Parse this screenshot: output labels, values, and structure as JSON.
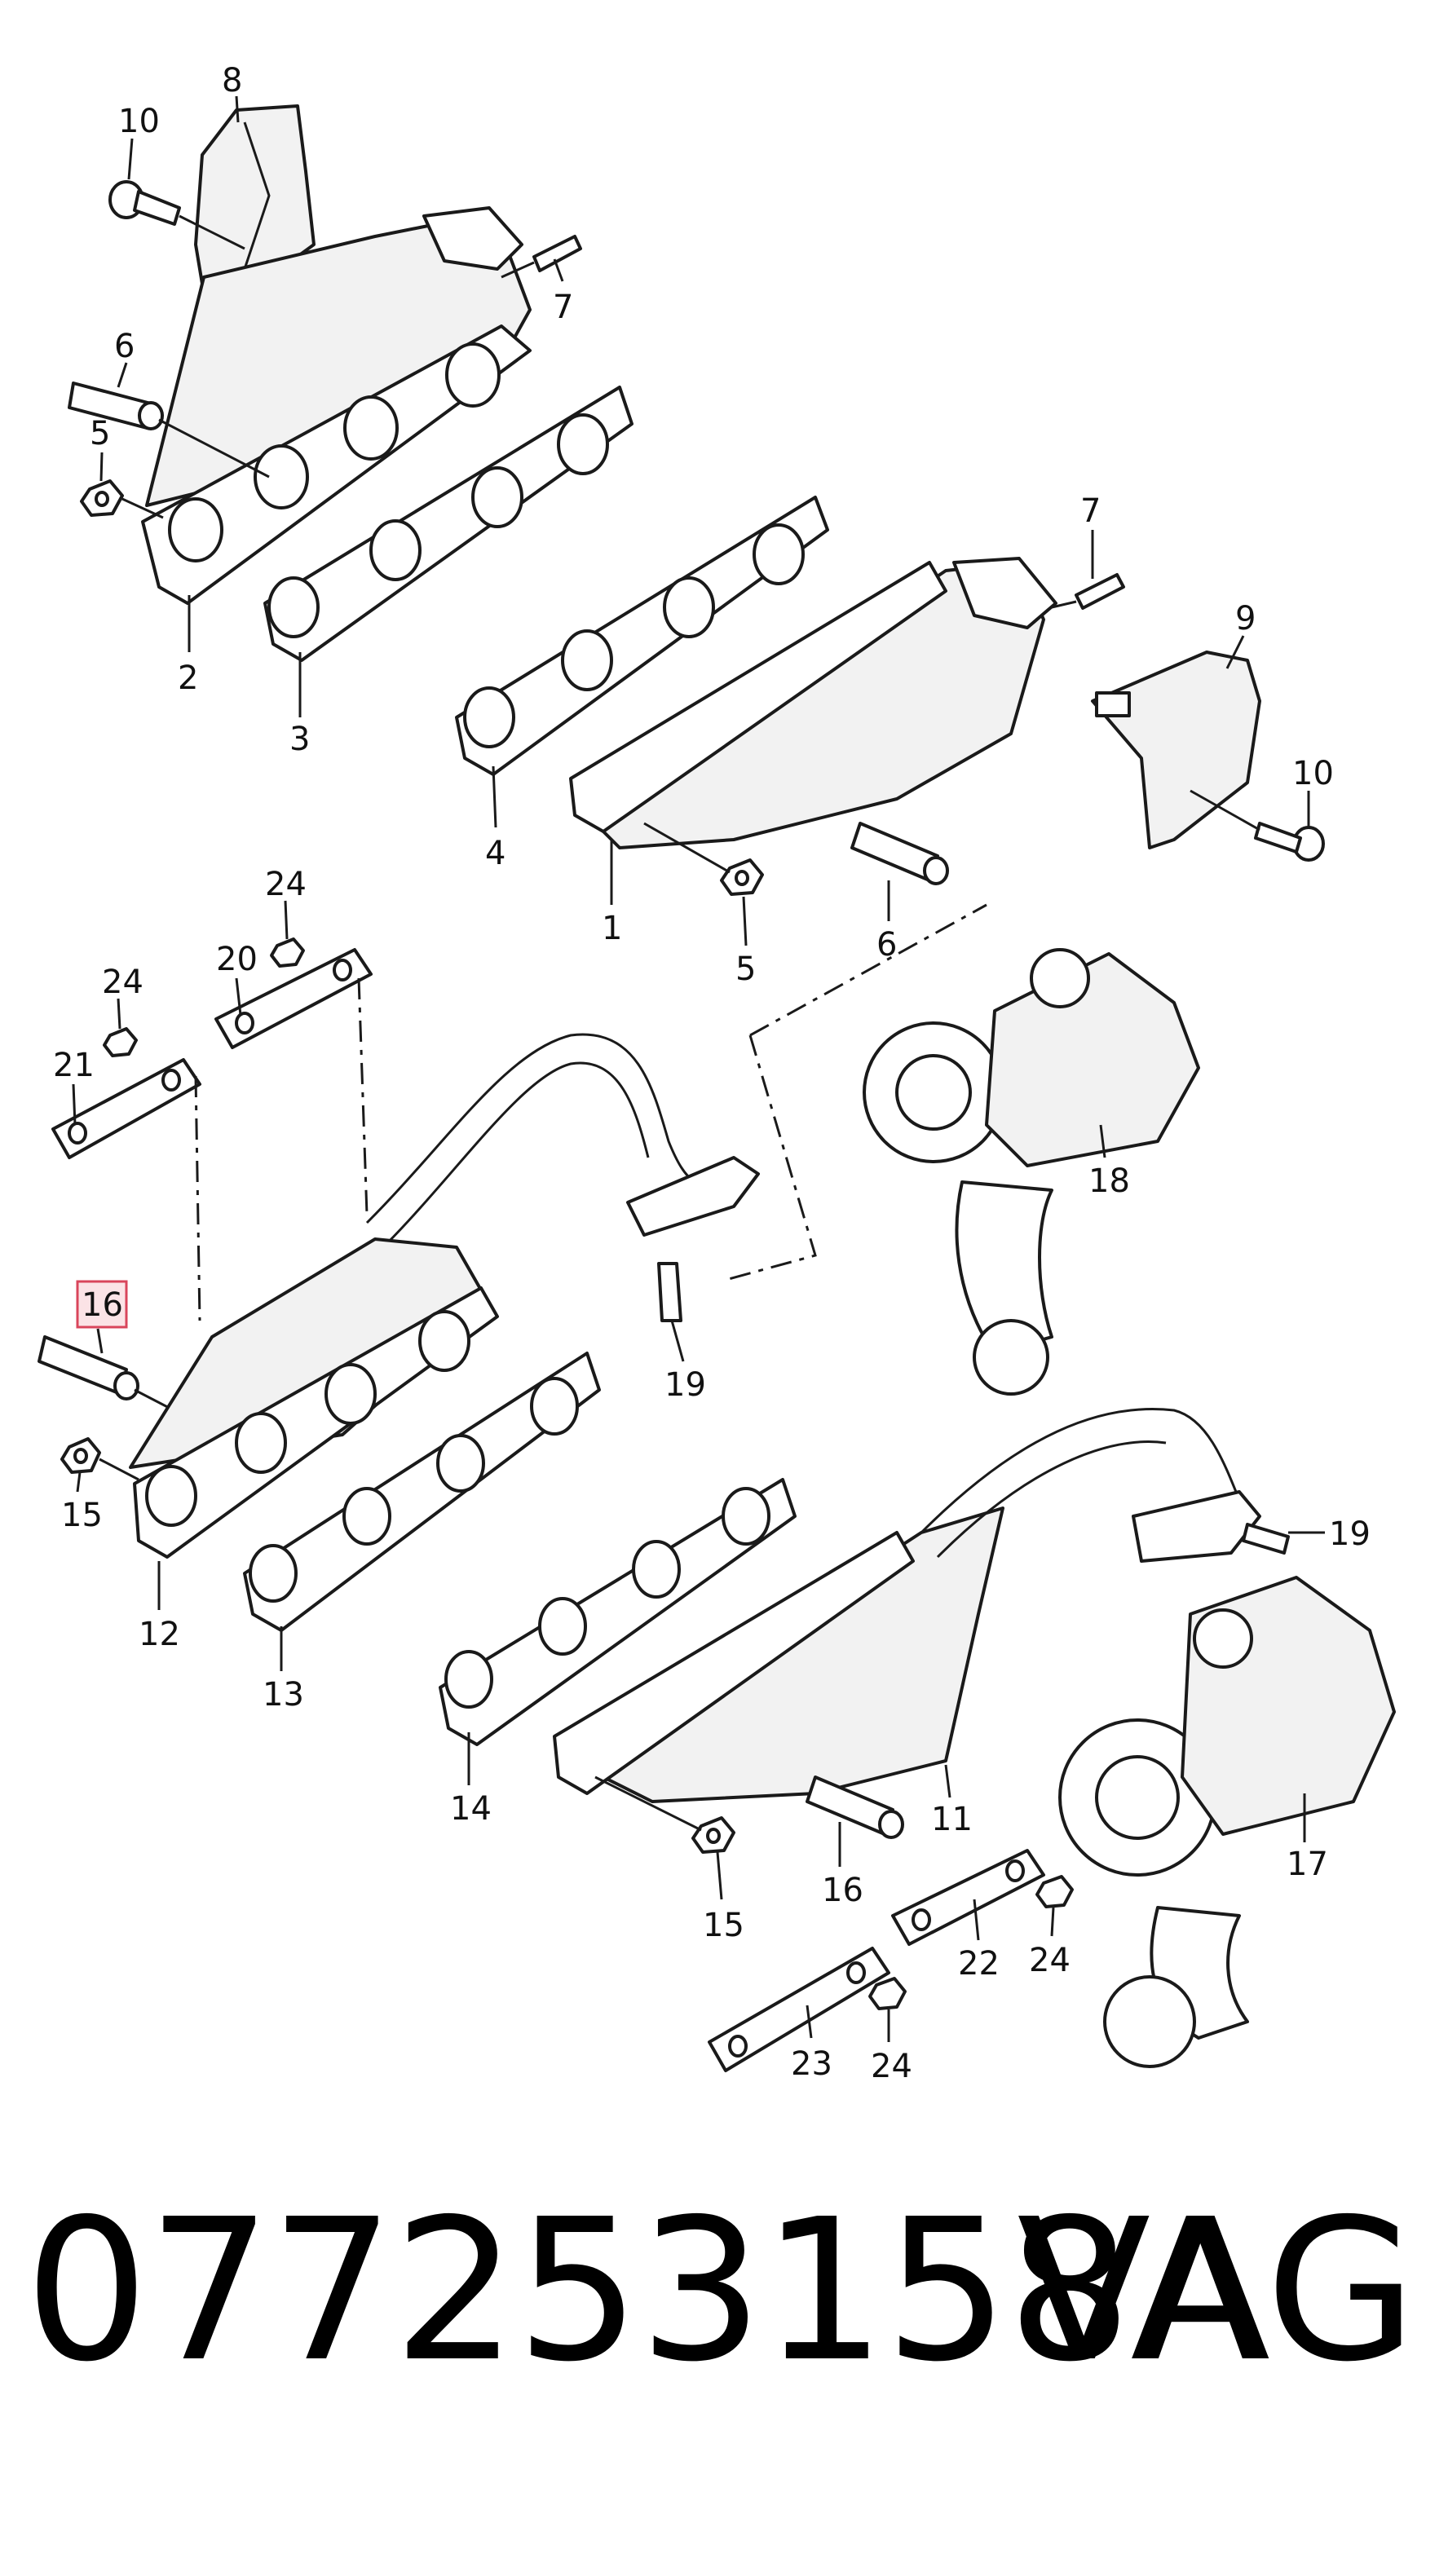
{
  "callouts": {
    "c8": "8",
    "c10a": "10",
    "c7a": "7",
    "c6a": "6",
    "c5a": "5",
    "c2": "2",
    "c3": "3",
    "c7b": "7",
    "c9": "9",
    "c10b": "10",
    "c4": "4",
    "c1": "1",
    "c5b": "5",
    "c6b": "6",
    "c24a": "24",
    "c20": "20",
    "c24b": "24",
    "c21": "21",
    "c18": "18",
    "c16a": "16",
    "c19a": "19",
    "c15a": "15",
    "c12": "12",
    "c13": "13",
    "c19b": "19",
    "c14": "14",
    "c11": "11",
    "c17": "17",
    "c16b": "16",
    "c15b": "15",
    "c22": "22",
    "c24c": "24",
    "c23": "23",
    "c24d": "24"
  },
  "highlight": {
    "callout": "c16a",
    "color": "#d9455b",
    "fill": "#fbe3e6"
  },
  "footer": {
    "part_number": "077253158A",
    "brand": "VAG"
  }
}
